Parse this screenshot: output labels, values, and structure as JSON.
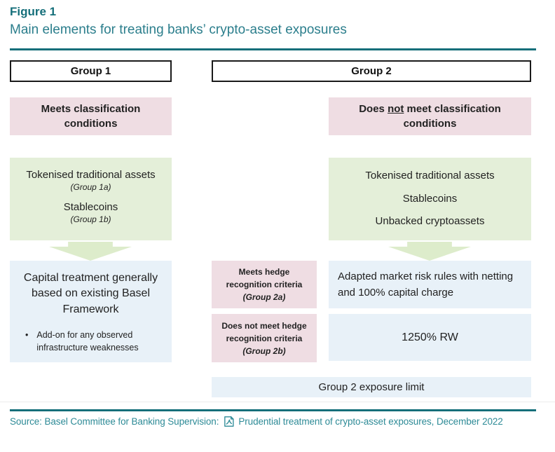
{
  "colors": {
    "accent": "#156f7a",
    "subtitle": "#2b7e8c",
    "source": "#2e8b97",
    "pink": "#efdde3",
    "green": "#e4efd9",
    "arrow": "#ddeccb",
    "blue": "#e8f1f8",
    "border": "#1a1a1a"
  },
  "header": {
    "figure_label": "Figure 1",
    "title": "Main elements for treating banks’ crypto-asset exposures"
  },
  "group1": {
    "header": "Group 1",
    "classification": "Meets classification conditions",
    "assets": [
      {
        "name": "Tokenised traditional assets",
        "label": "(Group 1a)"
      },
      {
        "name": "Stablecoins",
        "label": "(Group 1b)"
      }
    ],
    "treatment": "Capital treatment generally based on existing Basel Framework",
    "treatment_bullet": "Add-on for any observed infrastructure weaknesses"
  },
  "group2": {
    "header": "Group 2",
    "classification_pre": "Does ",
    "classification_underlined": "not",
    "classification_post": " meet classification conditions",
    "assets": [
      "Tokenised traditional assets",
      "Stablecoins",
      "Unbacked cryptoassets"
    ],
    "subgroup_2a": {
      "criteria": "Meets hedge recognition criteria",
      "label": "(Group 2a)",
      "treatment": "Adapted market risk rules with netting and 100% capital charge"
    },
    "subgroup_2b": {
      "criteria": "Does not meet hedge recognition criteria ",
      "label": "(Group 2b)",
      "treatment": "1250% RW"
    },
    "exposure_limit": "Group 2 exposure limit"
  },
  "source": {
    "prefix": "Source: Basel Committee for Banking Supervision:",
    "icon": "pdf-icon",
    "link": "Prudential treatment of crypto-asset exposures, December 2022"
  }
}
